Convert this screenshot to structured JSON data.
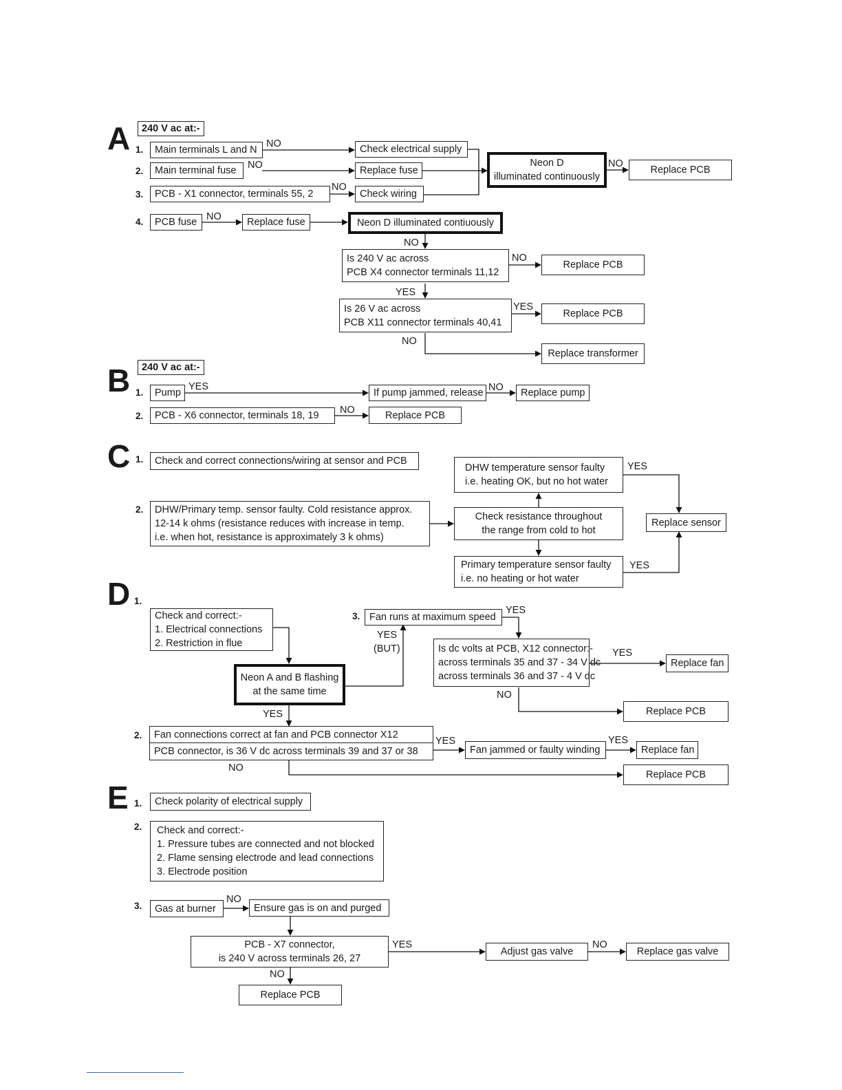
{
  "labels": {
    "yes": "YES",
    "no": "NO",
    "yes_but": "(BUT)"
  },
  "section_a": {
    "letter": "A",
    "header": "240 V ac at:-",
    "nums": [
      "1.",
      "2.",
      "3.",
      "4."
    ],
    "main_terminals": "Main terminals L and N",
    "main_fuse": "Main terminal fuse",
    "pcb_x1": "PCB - X1 connector, terminals 55, 2",
    "pcb_fuse": "PCB fuse",
    "check_supply": "Check electrical supply",
    "replace_fuse": "Replace fuse",
    "check_wiring": "Check wiring",
    "replace_fuse_2": "Replace fuse",
    "neon_d_line1": "Neon D",
    "neon_d_line2": "illuminated continuously",
    "replace_pcb": "Replace PCB",
    "neon_d_contiuously": "Neon D illuminated contiuously",
    "x4_line1": "Is 240 V ac across",
    "x4_line2": "PCB X4 connector  terminals 11,12",
    "x11_line1": "Is 26 V ac across",
    "x11_line2": "PCB X11 connector  terminals 40,41",
    "replace_transformer": "Replace transformer"
  },
  "section_b": {
    "letter": "B",
    "header": "240 V ac at:-",
    "nums": [
      "1.",
      "2."
    ],
    "pump": "Pump",
    "pump_jammed": "If pump jammed, release",
    "replace_pump": "Replace pump",
    "pcb_x6": "PCB - X6 connector, terminals 18, 19",
    "replace_pcb": "Replace PCB"
  },
  "section_c": {
    "letter": "C",
    "nums": [
      "1.",
      "2."
    ],
    "check_connections": "Check and correct connections/wiring at sensor and PCB",
    "sensor_faulty_line1": "DHW/Primary temp. sensor faulty. Cold resistance approx.",
    "sensor_faulty_line2": "12-14 k ohms (resistance reduces with increase in temp.",
    "sensor_faulty_line3": "i.e. when hot, resistance is approximately 3 k ohms)",
    "check_res_line1": "Check resistance throughout",
    "check_res_line2": "the range from cold to hot",
    "dhw_line1": "DHW temperature sensor faulty",
    "dhw_line2": "i.e. heating OK, but no hot water",
    "primary_line1": "Primary temperature sensor faulty",
    "primary_line2": "i.e. no heating or hot water",
    "replace_sensor": "Replace sensor"
  },
  "section_d": {
    "letter": "D",
    "nums": [
      "1.",
      "2.",
      "3."
    ],
    "check_line1": "Check and correct:-",
    "check_line2": "1. Electrical connections",
    "check_line3": "2. Restriction in flue",
    "neon_ab_line1": "Neon A and B flashing",
    "neon_ab_line2": "at the same time",
    "fan_max": "Fan runs at maximum speed",
    "x12_line1": "Is dc volts at PCB, X12 connector:-",
    "x12_line2": "across terminals 35 and 37 - 34 V dc",
    "x12_line3": "across terminals 36 and 37 - 4 V dc",
    "replace_fan": "Replace fan",
    "replace_pcb": "Replace PCB",
    "fan_conn_line1": "Fan connections correct at fan and PCB connector X12",
    "fan_conn_line2": "PCB  connector, is 36 V dc across terminals 39 and 37 or 38",
    "fan_jammed": "Fan jammed or faulty winding",
    "replace_fan_2": "Replace fan",
    "replace_pcb_2": "Replace PCB"
  },
  "section_e": {
    "letter": "E",
    "nums": [
      "1.",
      "2.",
      "3."
    ],
    "check_polarity": "Check polarity of electrical supply",
    "check_line1": "Check and correct:-",
    "check_line2": "1. Pressure tubes are connected and not blocked",
    "check_line3": "2. Flame sensing electrode and lead connections",
    "check_line4": "3. Electrode position",
    "gas_burner": "Gas at burner",
    "ensure_gas": "Ensure gas is on and purged",
    "x7_line1": "PCB - X7 connector,",
    "x7_line2": "is 240 V across terminals 26, 27",
    "adjust_valve": "Adjust gas valve",
    "replace_valve": "Replace gas valve",
    "replace_pcb": "Replace PCB"
  }
}
